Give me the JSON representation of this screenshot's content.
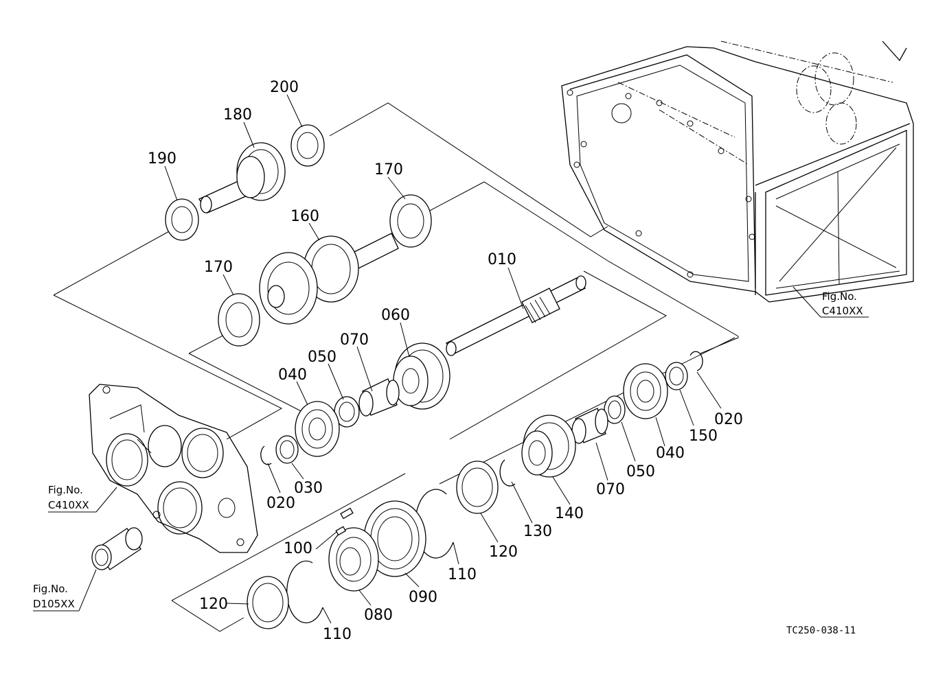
{
  "part_labels": {
    "p010": "010",
    "p020a": "020",
    "p020b": "020",
    "p030": "030",
    "p040a": "040",
    "p040b": "040",
    "p050a": "050",
    "p050b": "050",
    "p060": "060",
    "p070a": "070",
    "p070b": "070",
    "p080": "080",
    "p090": "090",
    "p100": "100",
    "p110a": "110",
    "p110b": "110",
    "p120a": "120",
    "p120b": "120",
    "p130": "130",
    "p140": "140",
    "p150": "150",
    "p160": "160",
    "p170a": "170",
    "p170b": "170",
    "p180": "180",
    "p190": "190",
    "p200": "200"
  },
  "figure_refs": {
    "right_housing": {
      "title": "Fig.No.",
      "code": "C410XX"
    },
    "left_housing": {
      "title": "Fig.No.",
      "code": "C410XX"
    },
    "bushing": {
      "title": "Fig.No.",
      "code": "D105XX"
    }
  },
  "drawing_code": "TC250-038-11"
}
